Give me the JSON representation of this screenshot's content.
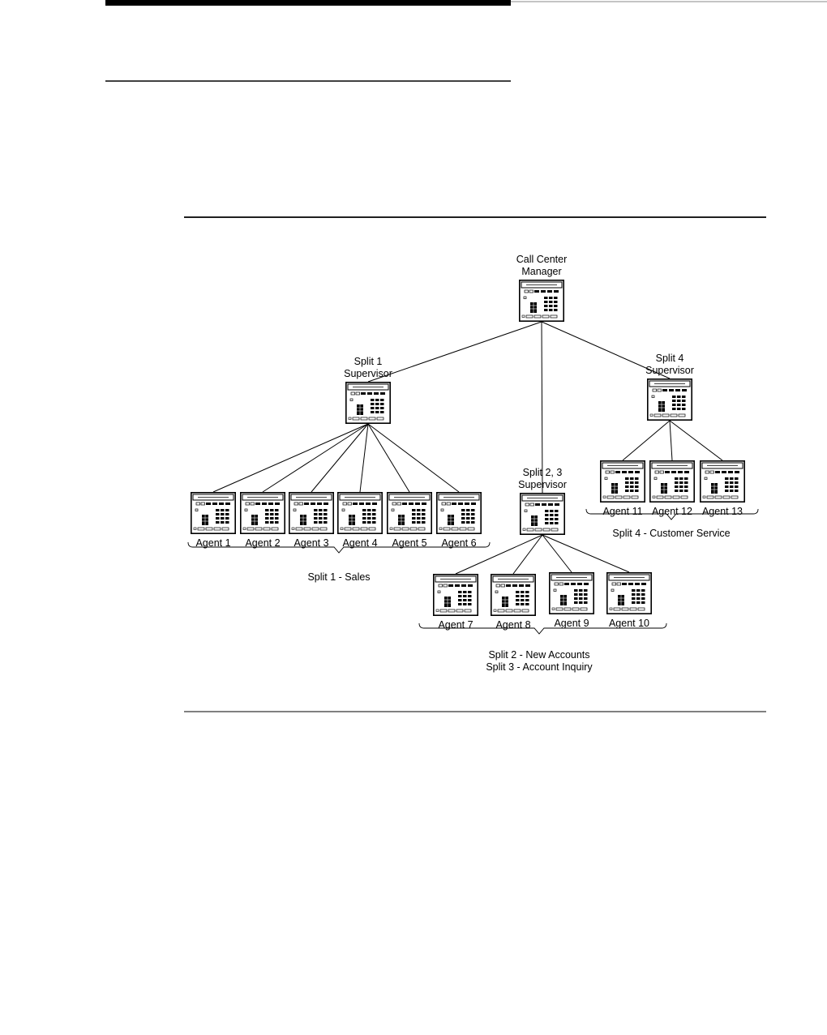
{
  "nodes": [
    {
      "id": "manager",
      "label_lines": [
        "Call Center",
        "Manager"
      ]
    },
    {
      "id": "sup1",
      "label_lines": [
        "Split 1",
        "Supervisor"
      ]
    },
    {
      "id": "sup23",
      "label_lines": [
        "Split 2, 3",
        "Supervisor"
      ]
    },
    {
      "id": "sup4",
      "label_lines": [
        "Split 4",
        "Supervisor"
      ]
    },
    {
      "id": "a1",
      "label_lines": [
        "Agent 1"
      ]
    },
    {
      "id": "a2",
      "label_lines": [
        "Agent 2"
      ]
    },
    {
      "id": "a3",
      "label_lines": [
        "Agent 3"
      ]
    },
    {
      "id": "a4",
      "label_lines": [
        "Agent 4"
      ]
    },
    {
      "id": "a5",
      "label_lines": [
        "Agent 5"
      ]
    },
    {
      "id": "a6",
      "label_lines": [
        "Agent 6"
      ]
    },
    {
      "id": "a7",
      "label_lines": [
        "Agent 7"
      ]
    },
    {
      "id": "a8",
      "label_lines": [
        "Agent 8"
      ]
    },
    {
      "id": "a9",
      "label_lines": [
        "Agent 9"
      ]
    },
    {
      "id": "a10",
      "label_lines": [
        "Agent 10"
      ]
    },
    {
      "id": "a11",
      "label_lines": [
        "Agent 11"
      ]
    },
    {
      "id": "a12",
      "label_lines": [
        "Agent 12"
      ]
    },
    {
      "id": "a13",
      "label_lines": [
        "Agent 13"
      ]
    }
  ],
  "edges": [
    [
      "manager",
      "sup1"
    ],
    [
      "manager",
      "sup23"
    ],
    [
      "manager",
      "sup4"
    ],
    [
      "sup1",
      "a1"
    ],
    [
      "sup1",
      "a2"
    ],
    [
      "sup1",
      "a3"
    ],
    [
      "sup1",
      "a4"
    ],
    [
      "sup1",
      "a5"
    ],
    [
      "sup1",
      "a6"
    ],
    [
      "sup23",
      "a7"
    ],
    [
      "sup23",
      "a8"
    ],
    [
      "sup23",
      "a9"
    ],
    [
      "sup23",
      "a10"
    ],
    [
      "sup4",
      "a11"
    ],
    [
      "sup4",
      "a12"
    ],
    [
      "sup4",
      "a13"
    ]
  ],
  "groups": [
    {
      "id": "g1",
      "label_lines": [
        "Split 1 - Sales"
      ]
    },
    {
      "id": "g23",
      "label_lines": [
        "Split 2 - New Accounts",
        "Split 3 - Account Inquiry"
      ]
    },
    {
      "id": "g4",
      "label_lines": [
        "Split 4 - Customer Service"
      ]
    }
  ]
}
